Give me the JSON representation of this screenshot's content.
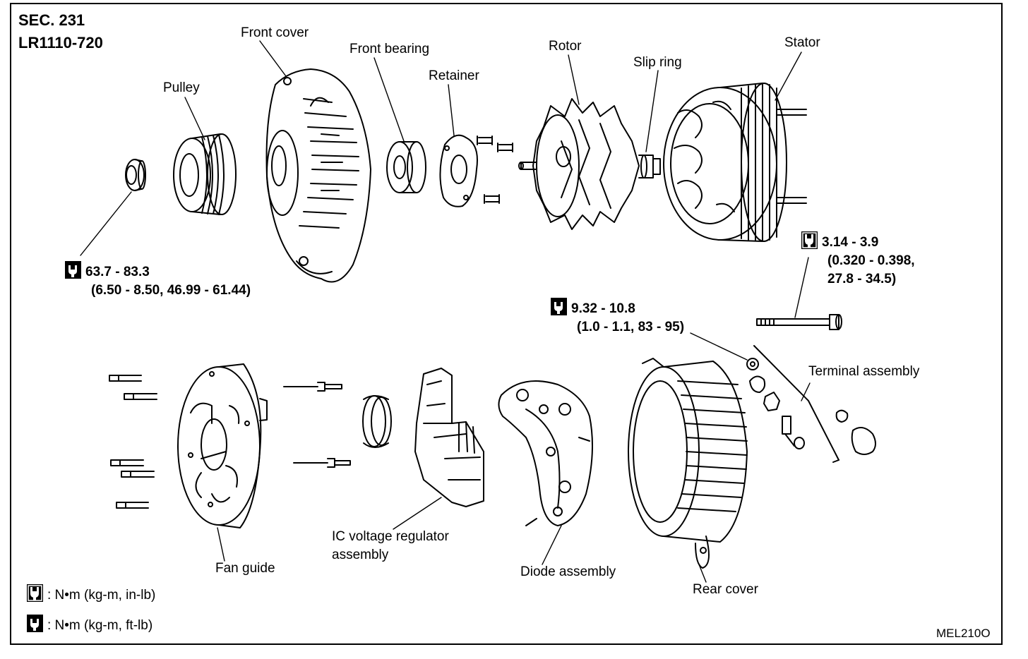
{
  "header": {
    "section": "SEC. 231",
    "model": "LR1110-720"
  },
  "parts": {
    "front_cover": "Front cover",
    "pulley": "Pulley",
    "front_bearing": "Front bearing",
    "retainer": "Retainer",
    "rotor": "Rotor",
    "slip_ring": "Slip ring",
    "stator": "Stator",
    "terminal_assembly": "Terminal assembly",
    "fan_guide": "Fan guide",
    "ic_regulator_line1": "IC voltage regulator",
    "ic_regulator_line2": "assembly",
    "diode_assembly": "Diode assembly",
    "rear_cover": "Rear cover"
  },
  "torques": {
    "pulley_nut": {
      "value": "63.7 - 83.3",
      "sub": "(6.50 - 8.50, 46.99 - 61.44)",
      "icon": "torque-ft-lb-icon"
    },
    "through_bolt": {
      "value": "3.14 - 3.9",
      "sub1": "(0.320 - 0.398,",
      "sub2": "27.8 - 34.5)",
      "icon": "torque-in-lb-icon"
    },
    "terminal_nut": {
      "value": "9.32 - 10.8",
      "sub": "(1.0 - 1.1, 83 - 95)",
      "icon": "torque-ft-lb-icon"
    }
  },
  "legend": [
    {
      "icon": "torque-in-lb-icon",
      "text": ": N•m (kg-m, in-lb)"
    },
    {
      "icon": "torque-ft-lb-icon",
      "text": ": N•m (kg-m, ft-lb)"
    }
  ],
  "figure_code": "MEL210O"
}
